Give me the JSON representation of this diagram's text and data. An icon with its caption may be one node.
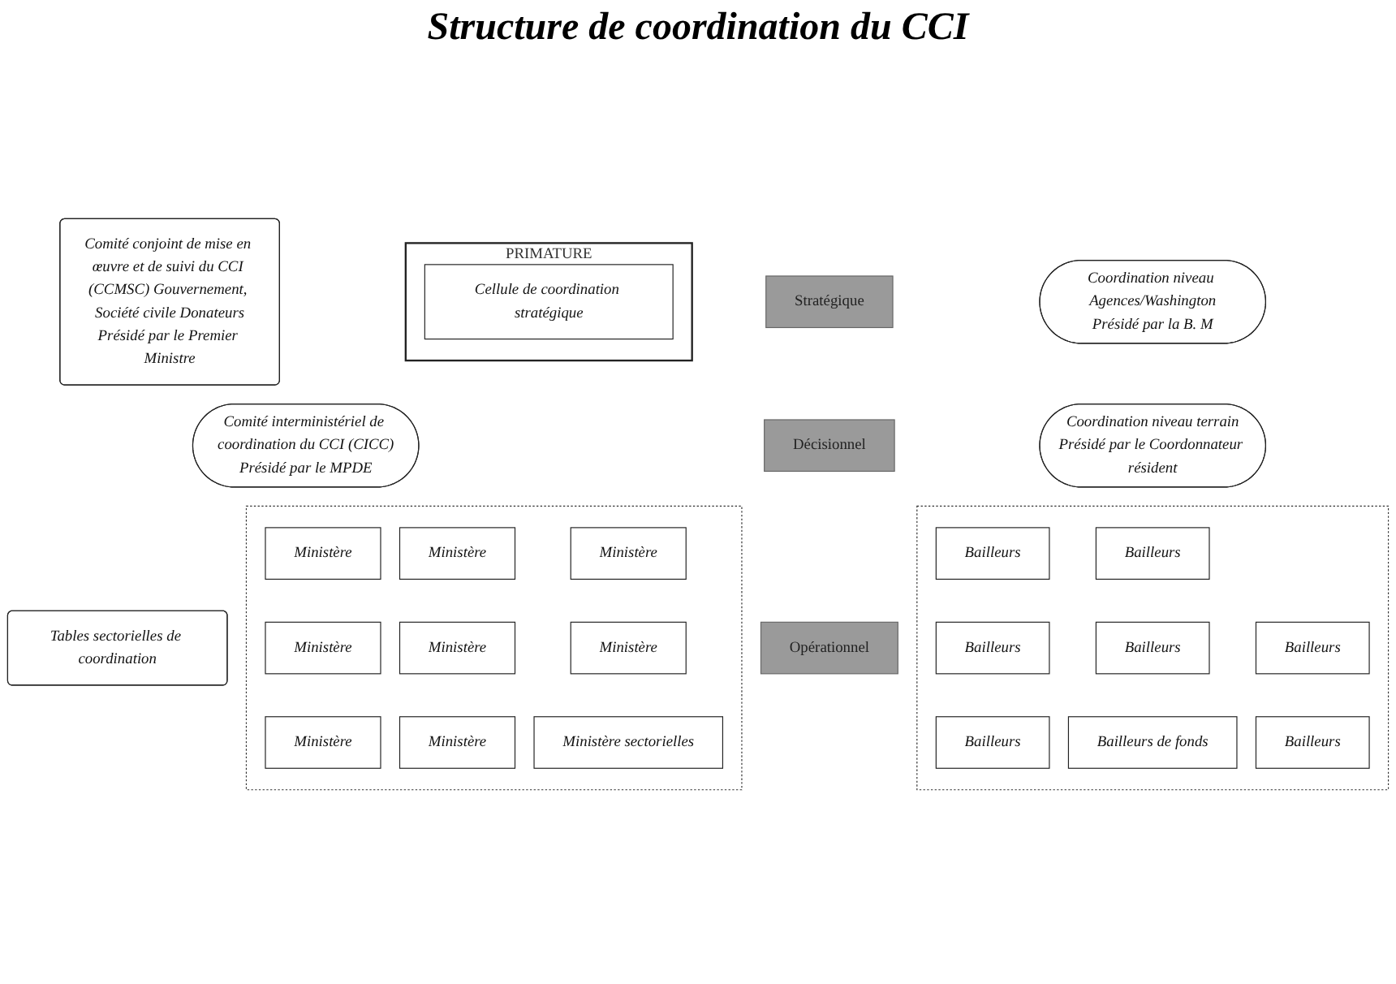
{
  "diagram": {
    "title": "Structure de coordination du CCI",
    "nodes": [
      {
        "text": [
          "Stratégique"
        ]
      },
      {
        "text": [
          "PRIMATURE"
        ]
      },
      {
        "text": [
          "Cellule de coordination stratégique"
        ],
        "in": 1
      },
      {
        "text": [
          "Comité conjoint de mise en œuvre et de suivi du CCI (CCMSC) Gouvernement, Société civile Donateurs",
          "Présidé par le Premier Ministre"
        ]
      },
      {
        "text": [
          "Coordination niveau Agences/Washington",
          "Présidé par la B. M"
        ]
      },
      {
        "text": [
          "Décisionnel"
        ]
      },
      {
        "text": [
          "Comité interministériel de coordination du CCI (CICC)",
          "Présidé par le MPDE"
        ]
      },
      {
        "text": [
          "Coordination niveau terrain",
          "Présidé par le Coordonnateur résident"
        ]
      },
      {
        "text": [
          "Opérationnel"
        ]
      },
      {
        "text": [],
        "shape": "box"
      },
      {
        "text": [
          "Ministère"
        ],
        "in": 9
      },
      {
        "text": [
          "Ministère"
        ],
        "in": 9
      },
      {
        "text": [
          "Ministère"
        ],
        "in": 9
      },
      {
        "text": [
          "Ministère"
        ],
        "in": 9
      },
      {
        "text": [
          "Ministère"
        ],
        "in": 9
      },
      {
        "text": [
          "Ministère"
        ],
        "in": 9
      },
      {
        "text": [
          "Ministère"
        ],
        "in": 9
      },
      {
        "text": [
          "Ministère"
        ],
        "in": 9
      },
      {
        "text": [
          "Ministère sectorielles"
        ],
        "in": 9
      },
      {
        "text": [
          "Tables sectorielles de coordination"
        ]
      },
      {
        "text": [],
        "shape": "box"
      },
      {
        "text": [
          "Bailleurs"
        ],
        "in": 20
      },
      {
        "text": [
          "Bailleurs"
        ],
        "in": 20
      },
      {
        "text": [
          "Bailleurs"
        ],
        "in": 20
      },
      {
        "text": [
          "Bailleurs"
        ],
        "in": 20
      },
      {
        "text": [
          "Bailleurs"
        ],
        "in": 20
      },
      {
        "text": [
          "Bailleurs"
        ],
        "in": 20
      },
      {
        "text": [
          "Bailleurs"
        ],
        "in": 20
      },
      {
        "text": [
          "Bailleurs de fonds"
        ],
        "in": 20
      }
    ]
  }
}
